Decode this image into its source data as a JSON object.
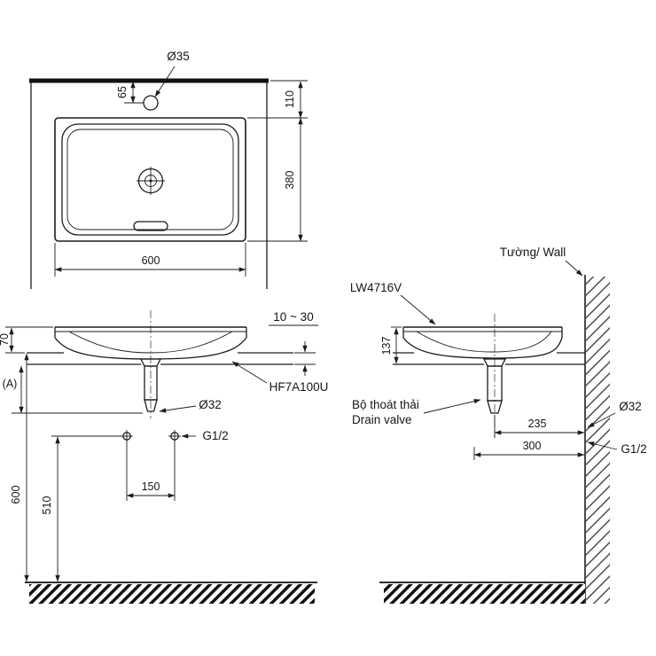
{
  "plan_view": {
    "faucet_hole_dia": "Ø35",
    "faucet_offset": "65",
    "back_clearance": "110",
    "basin_depth": "380",
    "basin_width": "600"
  },
  "front_view": {
    "rim_height": "70",
    "ref_dim": "(A)",
    "counter_thickness": "10 ~ 30",
    "drain_fitting": "HF7A100U",
    "drain_dia": "Ø32",
    "supply_thread": "G1/2",
    "supply_spacing": "150",
    "supply_height": "510",
    "counter_height": "600"
  },
  "side_view": {
    "wall_label": "Tường/ Wall",
    "model": "LW4716V",
    "rim_to_counter": "137",
    "drain_valve_line1": "Bộ thoát thải",
    "drain_valve_line2": "Drain valve",
    "drain_to_wall": "235",
    "outlet_to_wall": "300",
    "wall_drain_dia": "Ø32",
    "wall_supply_thread": "G1/2"
  }
}
